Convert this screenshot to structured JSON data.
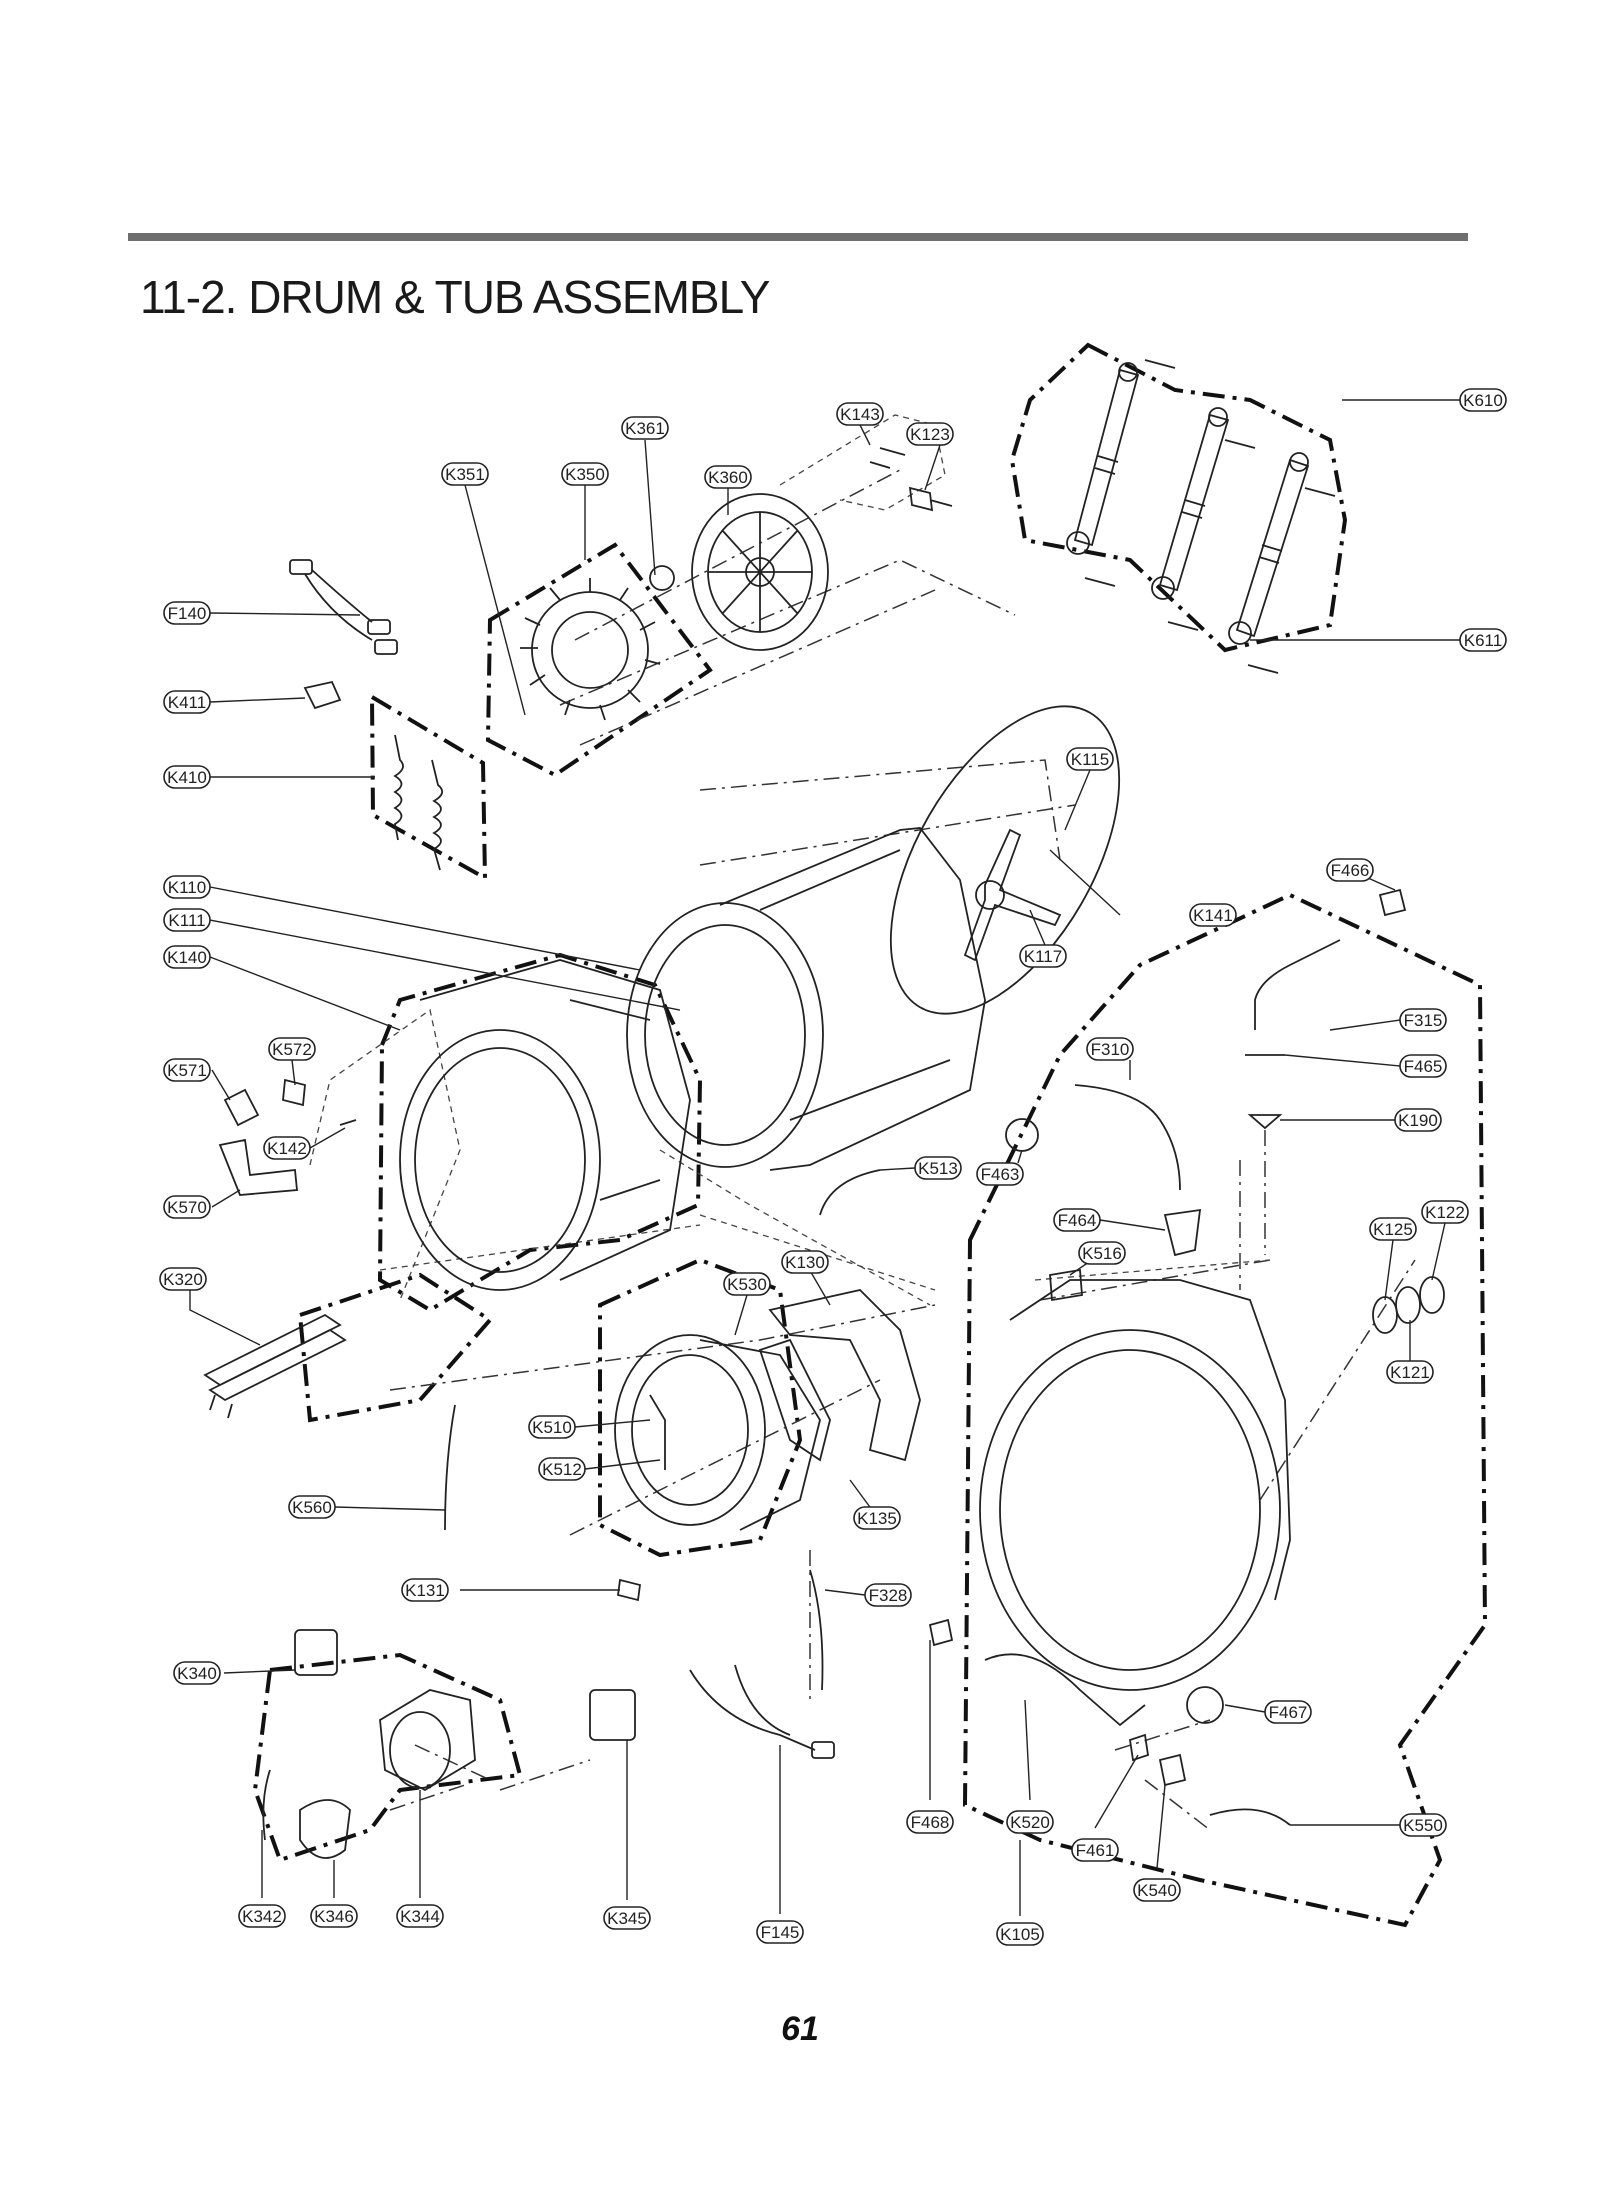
{
  "page": {
    "title": "11-2. DRUM & TUB ASSEMBLY",
    "page_number": "61"
  },
  "callouts": {
    "K361": "K361",
    "K143": "K143",
    "K123": "K123",
    "K351": "K351",
    "K350": "K350",
    "K360": "K360",
    "K610": "K610",
    "K611": "K611",
    "F140": "F140",
    "K411": "K411",
    "K410": "K410",
    "K115": "K115",
    "F466": "F466",
    "K110": "K110",
    "K111": "K111",
    "K141": "K141",
    "K140": "K140",
    "K117": "K117",
    "F315": "F315",
    "K572": "K572",
    "F310": "F310",
    "F465": "F465",
    "K571": "K571",
    "K190": "K190",
    "K142": "K142",
    "K513": "K513",
    "F463": "F463",
    "K570": "K570",
    "K122": "K122",
    "F464": "F464",
    "K125": "K125",
    "K516": "K516",
    "K130": "K130",
    "K320": "K320",
    "K530": "K530",
    "K121": "K121",
    "K510": "K510",
    "K512": "K512",
    "K560": "K560",
    "K135": "K135",
    "K131": "K131",
    "F328": "F328",
    "K340": "K340",
    "F467": "F467",
    "F468": "F468",
    "K520": "K520",
    "K550": "K550",
    "F461": "F461",
    "K540": "K540",
    "K342": "K342",
    "K346": "K346",
    "K344": "K344",
    "K345": "K345",
    "F145": "F145",
    "K105": "K105"
  }
}
